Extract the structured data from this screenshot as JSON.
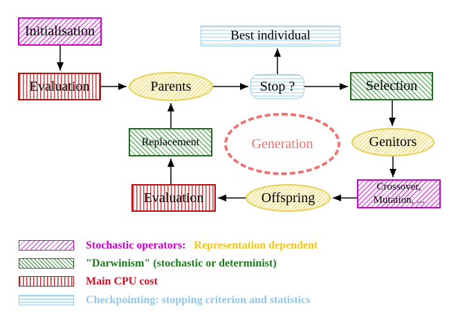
{
  "nodes": {
    "initialisation": {
      "label": "Initialisation",
      "style": "stochastic-operator"
    },
    "evaluation_top": {
      "label": "Evaluation",
      "style": "main-cpu-cost"
    },
    "parents": {
      "label": "Parents",
      "style": "population"
    },
    "stop": {
      "label": "Stop ?",
      "style": "checkpointing"
    },
    "best_individual": {
      "label": "Best individual",
      "style": "checkpointing"
    },
    "selection": {
      "label": "Selection",
      "style": "darwinism"
    },
    "genitors": {
      "label": "Genitors",
      "style": "population"
    },
    "crossover_mutation": {
      "label_line1": "Crossover,",
      "label_line2": "Mutation, ...",
      "style": "stochastic-operator"
    },
    "offspring": {
      "label": "Offspring",
      "style": "population"
    },
    "evaluation_bottom": {
      "label": "Evaluation",
      "style": "main-cpu-cost"
    },
    "replacement": {
      "label": "Replacement",
      "style": "darwinism"
    },
    "generation": {
      "label": "Generation",
      "style": "dashed-cycle"
    }
  },
  "edges": [
    {
      "from": "initialisation",
      "to": "evaluation_top"
    },
    {
      "from": "evaluation_top",
      "to": "parents"
    },
    {
      "from": "parents",
      "to": "stop"
    },
    {
      "from": "stop",
      "to": "best_individual"
    },
    {
      "from": "stop",
      "to": "selection"
    },
    {
      "from": "selection",
      "to": "genitors"
    },
    {
      "from": "genitors",
      "to": "crossover_mutation"
    },
    {
      "from": "crossover_mutation",
      "to": "offspring"
    },
    {
      "from": "offspring",
      "to": "evaluation_bottom"
    },
    {
      "from": "evaluation_bottom",
      "to": "replacement"
    },
    {
      "from": "replacement",
      "to": "parents"
    }
  ],
  "legend": {
    "items": [
      {
        "swatch": "magenta-diagonal-hatch",
        "label": "Stochastic operators:",
        "suffix": "Representation dependent",
        "label_color": "#cc00cc",
        "suffix_color": "#f2c51d"
      },
      {
        "swatch": "green-diagonal-hatch",
        "label": "\"Darwinism\" (stochastic or determinist)",
        "label_color": "#1d7a1d"
      },
      {
        "swatch": "red-vertical-stripes",
        "label": "Main CPU cost",
        "label_color": "#cc1122"
      },
      {
        "swatch": "cyan-horizontal-stripes",
        "label": "Checkpointing: stopping criterion and statistics",
        "label_color": "#8fc8e8"
      }
    ]
  },
  "colors": {
    "stochastic_magenta": "#cc00cc",
    "darwinism_green": "#1d7a1d",
    "cpu_red": "#cc1122",
    "checkpoint_cyan": "#9fcfe8",
    "population_yellow": "#e6cf4e",
    "generation_salmon": "#ee7272",
    "arrow": "#000000",
    "background": "#ffffff"
  }
}
